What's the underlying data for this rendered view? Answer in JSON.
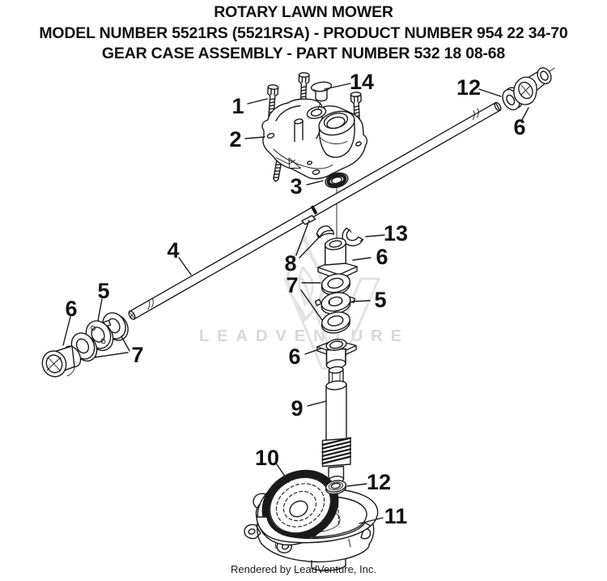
{
  "header": {
    "line1": "ROTARY LAWN MOWER",
    "line2": "MODEL NUMBER 5521RS (5521RSA) - PRODUCT NUMBER 954 22 34-70",
    "line3": "GEAR CASE ASSEMBLY - PART NUMBER 532 18 08-68"
  },
  "watermark": {
    "text": "LEADVENTURE"
  },
  "footer": {
    "text": "Rendered by LeadVenture, Inc."
  },
  "colors": {
    "line": "#1a1a1a",
    "watermark_text": "#d8d8d8",
    "watermark_logo": "#e3e3e3",
    "background": "#ffffff"
  },
  "diagram": {
    "callouts": [
      {
        "label": "1"
      },
      {
        "label": "2"
      },
      {
        "label": "3"
      },
      {
        "label": "4"
      },
      {
        "label": "14"
      },
      {
        "label": "12"
      },
      {
        "label": "6"
      },
      {
        "label": "13"
      },
      {
        "label": "8"
      },
      {
        "label": "6"
      },
      {
        "label": "7"
      },
      {
        "label": "5"
      },
      {
        "label": "5"
      },
      {
        "label": "6"
      },
      {
        "label": "7"
      },
      {
        "label": "6"
      },
      {
        "label": "9"
      },
      {
        "label": "10"
      },
      {
        "label": "12"
      },
      {
        "label": "11"
      }
    ]
  }
}
